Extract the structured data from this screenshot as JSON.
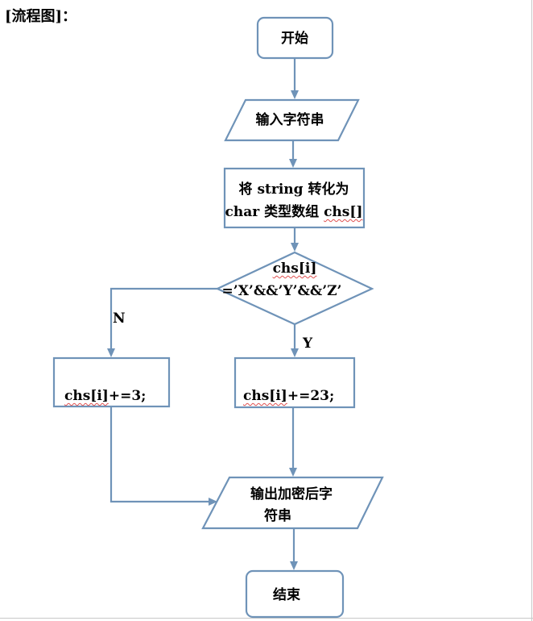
{
  "heading": "[流程图]：",
  "nodes": {
    "start": "开始",
    "input": "输入字符串",
    "convert_line1_a": "将",
    "convert_line1_b": "string",
    "convert_line1_c": "转化为",
    "convert_line2_a": "char",
    "convert_line2_b": "类型数组",
    "convert_line2_c": "chs[]",
    "decision_line1": "chs[i]",
    "decision_line2": "=’X’&&’Y’&&’Z’",
    "left_process_var": "chs[i]",
    "left_process_rest": "+=3;",
    "right_process_var": "chs[i]",
    "right_process_rest": "+=23;",
    "output_line1": "输出加密后字",
    "output_line2": "符串",
    "end": "结束"
  },
  "edges": {
    "no_label": "N",
    "yes_label": "Y"
  },
  "colors": {
    "stroke": "#6f93b8",
    "fill": "#ffffff",
    "text": "#000000"
  }
}
